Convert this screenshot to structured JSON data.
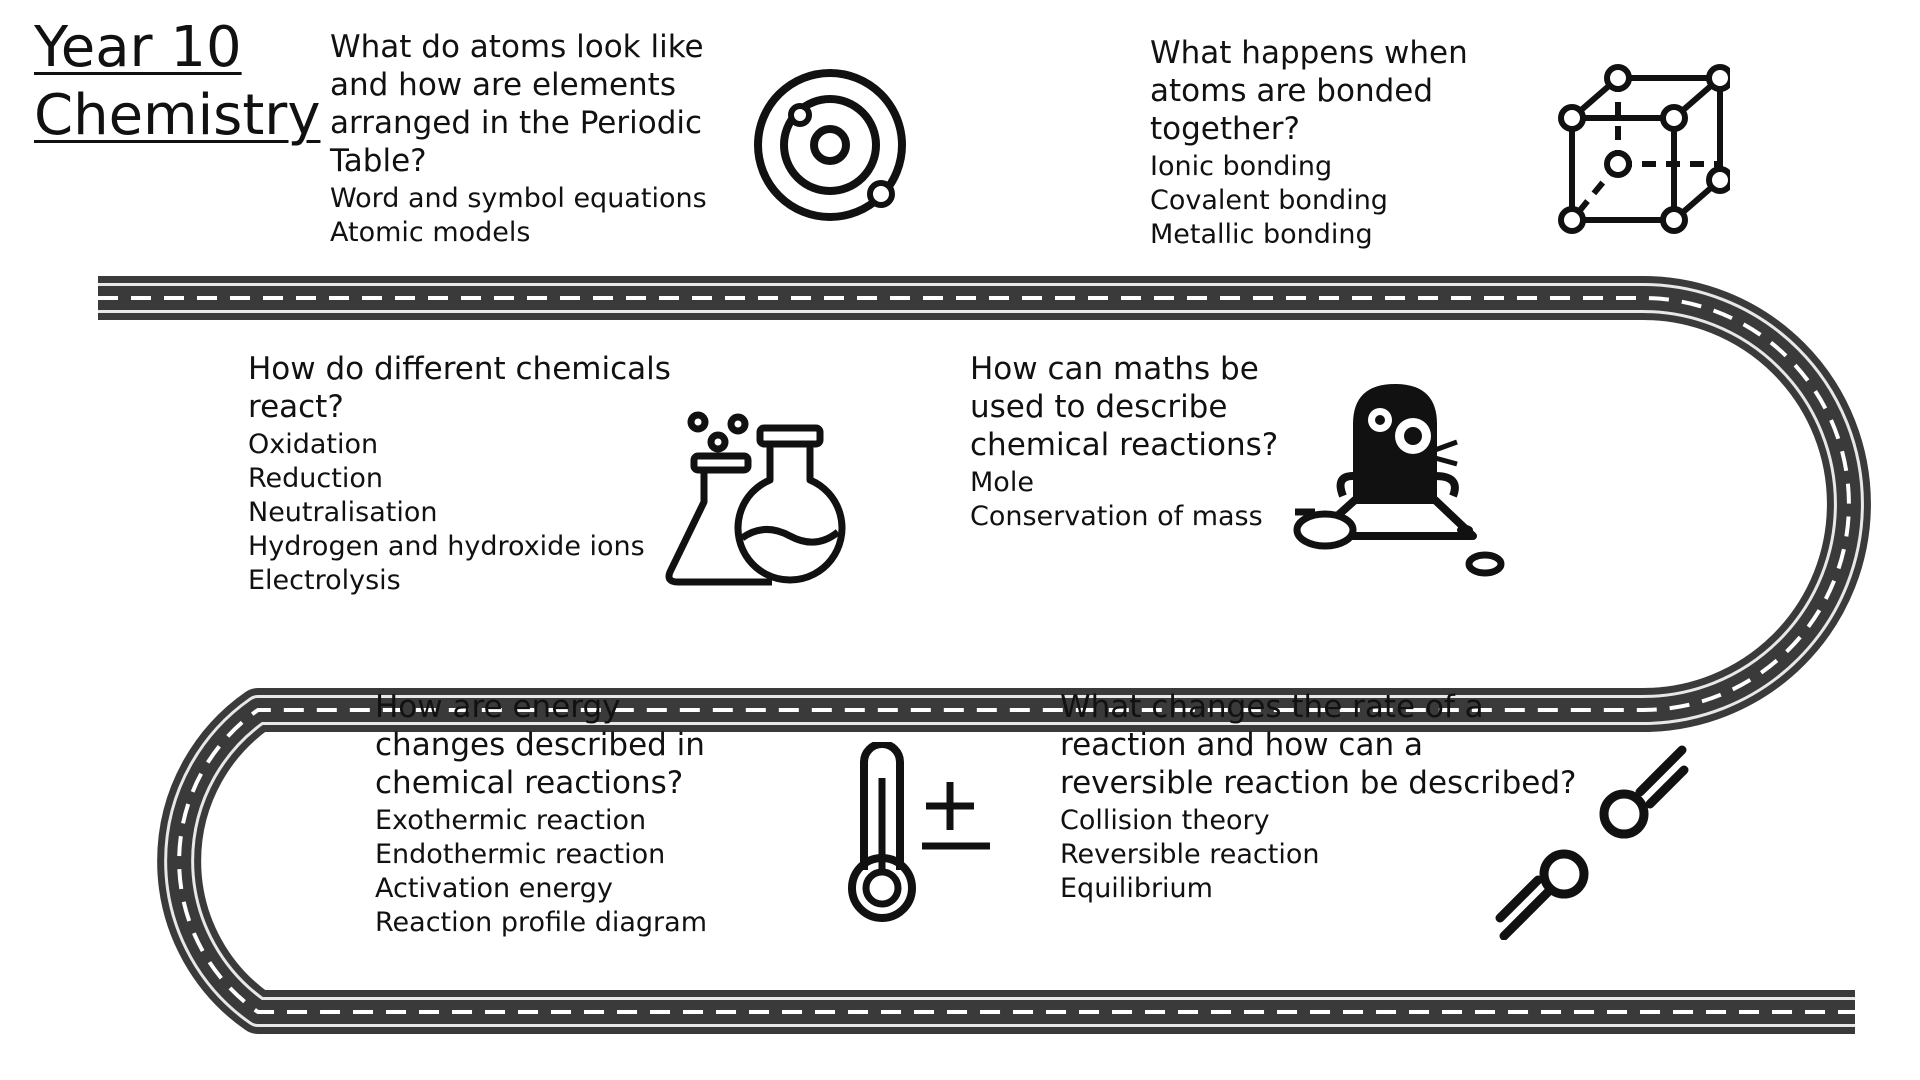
{
  "title": {
    "line1": "Year 10",
    "line2": "Chemistry"
  },
  "topics": [
    {
      "question": "What do atoms look like and how are elements arranged in the Periodic Table?",
      "items": [
        "Word and symbol equations",
        "Atomic models"
      ],
      "icon": "atom-icon"
    },
    {
      "question": "What happens when atoms are bonded together?",
      "items": [
        "Ionic bonding",
        "Covalent bonding",
        "Metallic bonding"
      ],
      "icon": "crystal-lattice-icon"
    },
    {
      "question": "How do different chemicals react?",
      "items": [
        "Oxidation",
        "Reduction",
        "Neutralisation",
        "Hydrogen and hydroxide ions",
        "Electrolysis"
      ],
      "icon": "flasks-icon"
    },
    {
      "question": "How can maths be used to describe chemical reactions?",
      "items": [
        "Mole",
        "Conservation of mass"
      ],
      "icon": "mole-icon"
    },
    {
      "question": "How are energy changes described in chemical reactions?",
      "items": [
        "Exothermic reaction",
        "Endothermic reaction",
        "Activation energy",
        "Reaction profile diagram"
      ],
      "icon": "thermometer-icon"
    },
    {
      "question": "What changes the rate of a reaction and how can a reversible reaction be described?",
      "items": [
        "Collision theory",
        "Reversible reaction",
        "Equilibrium"
      ],
      "icon": "collision-icon"
    }
  ],
  "colors": {
    "road": "#3a3a3a",
    "road_markings": "#ffffff",
    "ink": "#111111",
    "background": "#ffffff"
  }
}
